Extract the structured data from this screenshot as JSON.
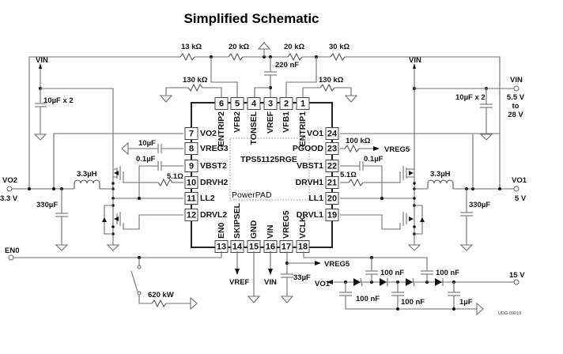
{
  "title": "Simplified Schematic",
  "ic": {
    "part": "TPS51125RGE",
    "pad": "PowerPAD",
    "pins_top": [
      {
        "num": "6",
        "name": "ENTRIP2"
      },
      {
        "num": "5",
        "name": "VFB2"
      },
      {
        "num": "4",
        "name": "TONSEL"
      },
      {
        "num": "3",
        "name": "VREF"
      },
      {
        "num": "2",
        "name": "VFB1"
      },
      {
        "num": "1",
        "name": "ENTRIP1"
      }
    ],
    "pins_left": [
      {
        "num": "7",
        "name": "VO2"
      },
      {
        "num": "8",
        "name": "VREG3"
      },
      {
        "num": "9",
        "name": "VBST2"
      },
      {
        "num": "10",
        "name": "DRVH2"
      },
      {
        "num": "11",
        "name": "LL2"
      },
      {
        "num": "12",
        "name": "DRVL2"
      }
    ],
    "pins_right": [
      {
        "num": "24",
        "name": "VO1"
      },
      {
        "num": "23",
        "name": "PGOOD"
      },
      {
        "num": "22",
        "name": "VBST1"
      },
      {
        "num": "21",
        "name": "DRVH1"
      },
      {
        "num": "20",
        "name": "LL1"
      },
      {
        "num": "19",
        "name": "DRVL1"
      }
    ],
    "pins_bottom": [
      {
        "num": "13",
        "name": "EN0"
      },
      {
        "num": "14",
        "name": "SKIPSEL"
      },
      {
        "num": "15",
        "name": "GND"
      },
      {
        "num": "16",
        "name": "VIN"
      },
      {
        "num": "17",
        "name": "VREG5"
      },
      {
        "num": "18",
        "name": "VCLK"
      }
    ]
  },
  "components": {
    "r_13k": "13 kΩ",
    "r_20k_a": "20 kΩ",
    "r_20k_b": "20 kΩ",
    "r_30k": "30 kΩ",
    "c_220n": "220 nF",
    "r_130k_left": "130 kΩ",
    "r_130k_right": "130 kΩ",
    "c_vin_left": "10µF x 2",
    "c_vin_right": "10µF x 2",
    "c_vreg3": "10µF",
    "c_vbst2": "0.1µF",
    "r_drvh2": "5.1Ω",
    "r_pgood": "100 kΩ",
    "c_vbst1": "0.1µF",
    "r_drvh1": "5.1Ω",
    "l_left": "3.3µH",
    "l_right": "3.3µH",
    "c_out_left": "330µF",
    "c_out_right": "330µF",
    "c_vreg5": "33µF",
    "r_en0": "620 kW",
    "cp_top1": "100 nF",
    "cp_top2": "100 nF",
    "cp_bot1": "100 nF",
    "cp_bot2": "100 nF",
    "cp_out": "1µF"
  },
  "nets": {
    "vin_left": "VIN",
    "vin_right_arrow": "VIN",
    "vin_terminal": "VIN",
    "vin_range_1": "5.5 V",
    "vin_range_2": "to",
    "vin_range_3": "28 V",
    "vo2": "VO2",
    "vo2_volt": "3.3 V",
    "vo1": "VO1",
    "vo1_volt": "5 V",
    "en0": "EN0",
    "vreg5_pgood": "VREG5",
    "vreg5_out": "VREG5",
    "vref_out": "VREF",
    "vin_pin16": "VIN",
    "vo1_cp": "VO1",
    "out_15v": "15 V"
  },
  "drawing_id": "UDG-09019"
}
